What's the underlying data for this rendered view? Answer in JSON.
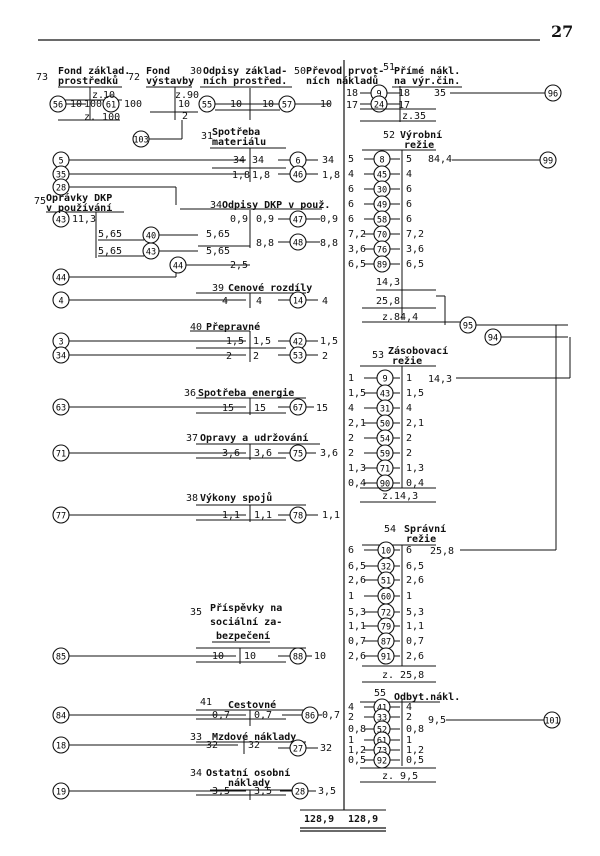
{
  "page_number": "27",
  "accounts": {
    "a73": {
      "num": "73",
      "title1": "Fond základ.",
      "title2": "prostředků",
      "z": "z.",
      "v10": "10",
      "v100": "100",
      "z100": "z. 100",
      "left_circle": "56",
      "left_val": "10",
      "right_circle": "61"
    },
    "a72": {
      "num": "72",
      "title1": "Fond",
      "title2": "výstavby",
      "v100": "100",
      "z90": "z.90",
      "v10": "10",
      "v2": "2",
      "c103": "103"
    },
    "a30": {
      "num": "30",
      "title1": "Odpisy základ-",
      "title2": "ních prostřed.",
      "v10a": "10",
      "v10b": "10",
      "c55": "55",
      "c57": "57",
      "v10r": "10"
    },
    "a50": {
      "num": "50",
      "title1": "Převod prvot-",
      "title2": "ních nákladů"
    },
    "a51": {
      "num": "51",
      "title1": "Přímé nákl.",
      "title2": "na výr.čin.",
      "v18": "18",
      "v17": "17",
      "c9": "9",
      "c24": "24",
      "v18r": "18",
      "v17r": "17",
      "v35": "35",
      "z35": "z.35",
      "c96": "96"
    },
    "a31": {
      "num": "31",
      "title1": "Spotřeba",
      "title2": "materiálu",
      "c5": "5",
      "c35": "35",
      "c28": "28",
      "v34": "34",
      "v34b": "34",
      "c6": "6",
      "v34r": "34",
      "v18": "1,8",
      "v18b": "1,8",
      "c46": "46",
      "v18r": "1,8"
    },
    "a75": {
      "num": "75",
      "title1": "Oprávky DKP",
      "title2": "v používání",
      "c43": "43",
      "v113": "11,3",
      "v565a": "5,65",
      "v565b": "5,65",
      "c40": "40",
      "c43b": "43",
      "r565a": "5,65",
      "r565b": "5,65"
    },
    "a34": {
      "num": "34",
      "title": "Odpisy DKP v použ.",
      "v09": "0,9",
      "v09b": "0,9",
      "c47": "47",
      "v09r": "0,9",
      "v88": "8,8",
      "c48": "48",
      "v88r": "8,8",
      "c44": "44",
      "v25": "2,5",
      "c44b": "44"
    },
    "a39": {
      "num": "39",
      "title": "Cenové rozdíly",
      "c4": "4",
      "v4": "4",
      "v4b": "4",
      "c14": "14",
      "v4r": "4"
    },
    "a40": {
      "num": "40",
      "title": "Přepravné",
      "c3": "3",
      "c34": "34",
      "v15": "1,5",
      "v15b": "1,5",
      "c42": "42",
      "v15r": "1,5",
      "v2": "2",
      "v2b": "2",
      "c53": "53",
      "v2r": "2"
    },
    "a36": {
      "num": "36",
      "title": "Spotřeba energie",
      "c63": "63",
      "v15": "15",
      "v15b": "15",
      "c67": "67",
      "v15r": "15"
    },
    "a37": {
      "num": "37",
      "title": "Opravy a udržování",
      "c71": "71",
      "v36": "3,6",
      "v36b": "3,6",
      "c75": "75",
      "v36r": "3,6"
    },
    "a38": {
      "num": "38",
      "title": "Výkony spojů",
      "c77": "77",
      "v11": "1,1",
      "v11b": "1,1",
      "c78": "78",
      "v11r": "1,1"
    },
    "a35": {
      "num": "35",
      "title1": "Příspěvky na",
      "title2": "sociální za-",
      "title3": "bezpečení",
      "c85": "85",
      "v10": "10",
      "v10b": "10",
      "c88": "88",
      "v10r": "10"
    },
    "a41": {
      "num": "41",
      "title": "Cestovné",
      "c84": "84",
      "v07": "0,7",
      "v07b": "0,7",
      "c86": "86",
      "v07r": "0,7"
    },
    "a33": {
      "num": "33",
      "title": "Mzdové náklady",
      "c18": "18",
      "v32": "32",
      "v32b": "32",
      "c27": "27",
      "v32r": "32"
    },
    "a34b": {
      "num": "34",
      "title1": "Ostatní osobní",
      "title2": "náklady",
      "c19": "19",
      "v35": "3,5",
      "v35b": "3,5",
      "c28": "28",
      "v35r": "3,5"
    },
    "a52": {
      "num": "52",
      "title1": "Výrobní",
      "title2": "režie",
      "rows": [
        {
          "l": "5",
          "c": "8",
          "r": "5"
        },
        {
          "l": "4",
          "c": "45",
          "r": "4"
        },
        {
          "l": "6",
          "c": "30",
          "r": "6"
        },
        {
          "l": "6",
          "c": "49",
          "r": "6"
        },
        {
          "l": "6",
          "c": "58",
          "r": "6"
        },
        {
          "l": "7,2",
          "c": "70",
          "r": "7,2"
        },
        {
          "l": "3,6",
          "c": "76",
          "r": "3,6"
        },
        {
          "l": "6,5",
          "c": "89",
          "r": "6,5"
        }
      ],
      "v844": "84,4",
      "c99": "99",
      "v143": "14,3",
      "v258": "25,8",
      "z844": "z.84,4",
      "c95": "95",
      "c94": "94"
    },
    "a53": {
      "num": "53",
      "title1": "Zásobovací",
      "title2": "režie",
      "rows": [
        {
          "l": "1",
          "c": "9",
          "r": "1"
        },
        {
          "l": "1,5",
          "c": "43",
          "r": "1,5"
        },
        {
          "l": "4",
          "c": "31",
          "r": "4"
        },
        {
          "l": "2,1",
          "c": "50",
          "r": "2,1"
        },
        {
          "l": "2",
          "c": "54",
          "r": "2"
        },
        {
          "l": "2",
          "c": "59",
          "r": "2"
        },
        {
          "l": "1,3",
          "c": "71",
          "r": "1,3"
        },
        {
          "l": "0,4",
          "c": "90",
          "r": "0,4"
        }
      ],
      "v143": "14,3",
      "z143": "z.14,3"
    },
    "a54": {
      "num": "54",
      "title1": "Správní",
      "title2": "režie",
      "rows": [
        {
          "l": "6",
          "c": "10",
          "r": "6"
        },
        {
          "l": "6,5",
          "c": "32",
          "r": "6,5"
        },
        {
          "l": "2,6",
          "c": "51",
          "r": "2,6"
        },
        {
          "l": "1",
          "c": "60",
          "r": "1"
        },
        {
          "l": "5,3",
          "c": "72",
          "r": "5,3"
        },
        {
          "l": "1,1",
          "c": "79",
          "r": "1,1"
        },
        {
          "l": "0,7",
          "c": "87",
          "r": "0,7"
        },
        {
          "l": "2,6",
          "c": "91",
          "r": "2,6"
        }
      ],
      "v258": "25,8",
      "z258": "z. 25,8"
    },
    "a55": {
      "num": "55",
      "title": "Odbyt.nákl.",
      "rows": [
        {
          "l": "4",
          "c": "41",
          "r": "4"
        },
        {
          "l": "2",
          "c": "33",
          "r": "2"
        },
        {
          "l": "0,8",
          "c": "52",
          "r": "0,8"
        },
        {
          "l": "1",
          "c": "61",
          "r": "1"
        },
        {
          "l": "1,2",
          "c": "73",
          "r": "1,2"
        },
        {
          "l": "0,5",
          "c": "92",
          "r": "0,5"
        }
      ],
      "v95": "9,5",
      "z95": "z. 9,5",
      "c101": "101"
    },
    "totals": {
      "left": "128,9",
      "right": "128,9"
    }
  }
}
